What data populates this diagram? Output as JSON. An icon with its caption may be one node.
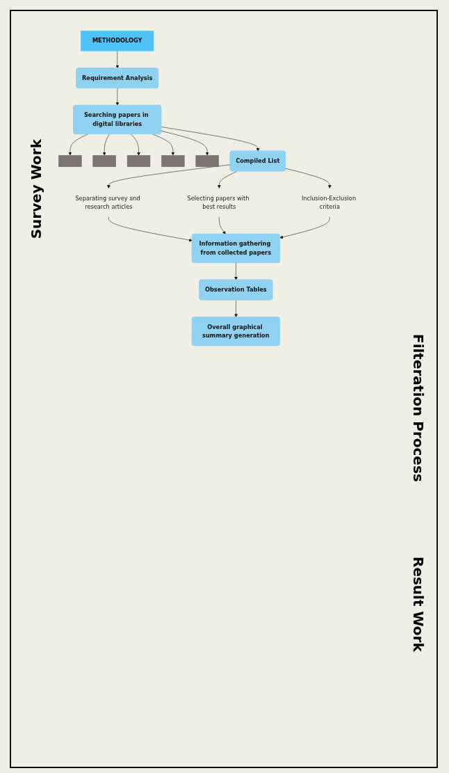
{
  "diagram": {
    "nodes": [
      {
        "text": [
          "METHODOLOGY"
        ]
      },
      {
        "text": [
          "Requirement Analysis"
        ]
      },
      {
        "text": [
          "Searching papers in digital libraries"
        ]
      },
      {
        "text": [],
        "shape": "box"
      },
      {
        "text": [],
        "shape": "box"
      },
      {
        "text": [],
        "shape": "box"
      },
      {
        "text": [],
        "shape": "box"
      },
      {
        "text": [],
        "shape": "box"
      },
      {
        "text": [
          "Compiled List"
        ]
      },
      {
        "text": [
          "Separating survey and research articles"
        ]
      },
      {
        "text": [
          "Selecting papers with best results"
        ]
      },
      {
        "text": [
          "Inclusion-Exclusion criteria"
        ]
      },
      {
        "text": [
          "Information gathering from collected papers"
        ]
      },
      {
        "text": [
          "Observation Tables"
        ]
      },
      {
        "text": [
          "Overall graphical summary generation"
        ]
      }
    ],
    "edges": [
      {
        "from": 0,
        "to": 1,
        "arrow": "to"
      },
      {
        "from": 1,
        "to": 2,
        "arrow": "to"
      },
      {
        "from": 2,
        "to": 3,
        "arrow": "to"
      },
      {
        "from": 2,
        "to": 4,
        "arrow": "to"
      },
      {
        "from": 2,
        "to": 5,
        "arrow": "to"
      },
      {
        "from": 2,
        "to": 6,
        "arrow": "to"
      },
      {
        "from": 2,
        "to": 7,
        "arrow": "to"
      },
      {
        "from": 2,
        "to": 8,
        "arrow": "to"
      },
      {
        "from": 8,
        "to": 9,
        "arrow": "to"
      },
      {
        "from": 8,
        "to": 10,
        "arrow": "to"
      },
      {
        "from": 8,
        "to": 11,
        "arrow": "to"
      },
      {
        "from": 9,
        "to": 12,
        "arrow": "to"
      },
      {
        "from": 10,
        "to": 12,
        "arrow": "to"
      },
      {
        "from": 11,
        "to": 12,
        "arrow": "to"
      },
      {
        "from": 12,
        "to": 13,
        "arrow": "to"
      },
      {
        "from": 13,
        "to": 14,
        "arrow": "to"
      }
    ],
    "labels": [
      "Survey Work",
      "Filteration Process",
      "Result Work"
    ]
  }
}
